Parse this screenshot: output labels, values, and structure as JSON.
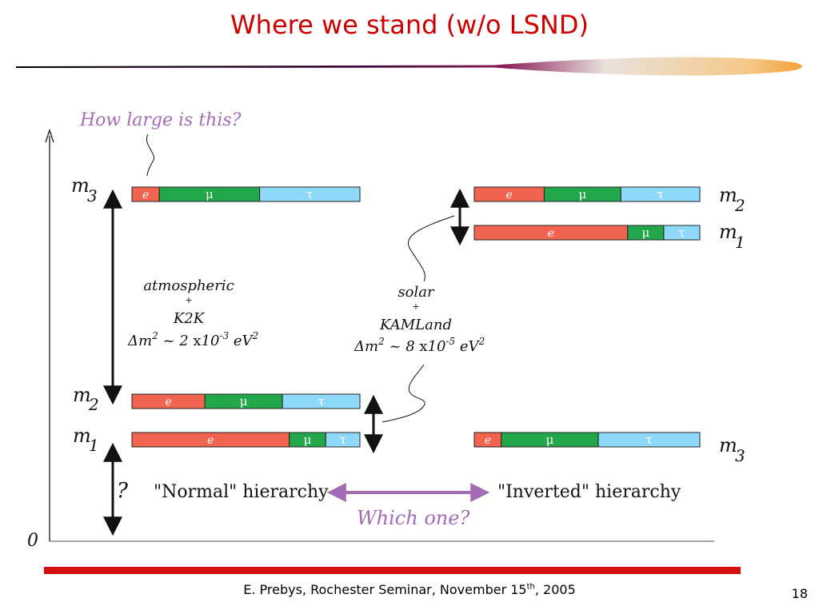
{
  "slide": {
    "title": "Where we stand (w/o LSND)",
    "footer_main": "E. Prebys, Rochester Seminar, November 15",
    "footer_sup": "th",
    "footer_end": ", 2005",
    "page_number": "18"
  },
  "diagram": {
    "colors": {
      "e": "#f06450",
      "mu": "#22a84a",
      "tau": "#8ed8fa",
      "highlight": "#a36cb4"
    },
    "question_top": "How large is this?",
    "question_bottom": "Which one?",
    "axis_zero": "0",
    "unknown_gap": "?",
    "normal_label": "\"Normal\" hierarchy",
    "inverted_label": "\"Inverted\" hierarchy",
    "mass_symbol": "m",
    "normal": {
      "states": [
        {
          "index": "3",
          "e_label": "e",
          "mu_label": "μ",
          "tau_label": "τ",
          "e": 0.12,
          "mu": 0.44,
          "tau": 0.44
        },
        {
          "index": "2",
          "e_label": "e",
          "mu_label": "μ",
          "tau_label": "τ",
          "e": 0.32,
          "mu": 0.34,
          "tau": 0.34
        },
        {
          "index": "1",
          "e_label": "e",
          "mu_label": "μ",
          "tau_label": "τ",
          "e": 0.69,
          "mu": 0.16,
          "tau": 0.15
        }
      ]
    },
    "inverted": {
      "states": [
        {
          "index": "2",
          "e_label": "e",
          "mu_label": "μ",
          "tau_label": "τ",
          "e": 0.31,
          "mu": 0.34,
          "tau": 0.35
        },
        {
          "index": "1",
          "e_label": "e",
          "mu_label": "μ",
          "tau_label": "τ",
          "e": 0.68,
          "mu": 0.16,
          "tau": 0.16
        },
        {
          "index": "3",
          "e_label": "e",
          "mu_label": "μ",
          "tau_label": "τ",
          "e": 0.12,
          "mu": 0.43,
          "tau": 0.45
        }
      ]
    },
    "atmospheric": {
      "line1": "atmospheric",
      "plus": "+",
      "line2": "K2K",
      "delta": "Δm",
      "exp_sq": "2",
      "approx": " ~ 2 ",
      "times": "x",
      "base": "10",
      "exponent": "-3",
      "unit": " eV",
      "unit_sq": "2"
    },
    "solar": {
      "line1": "solar",
      "plus": "+",
      "line2": "KAMLand",
      "delta": "Δm",
      "exp_sq": "2",
      "approx": " ~ 8 ",
      "times": "x",
      "base": "10",
      "exponent": "-5",
      "unit": " eV",
      "unit_sq": "2"
    }
  }
}
